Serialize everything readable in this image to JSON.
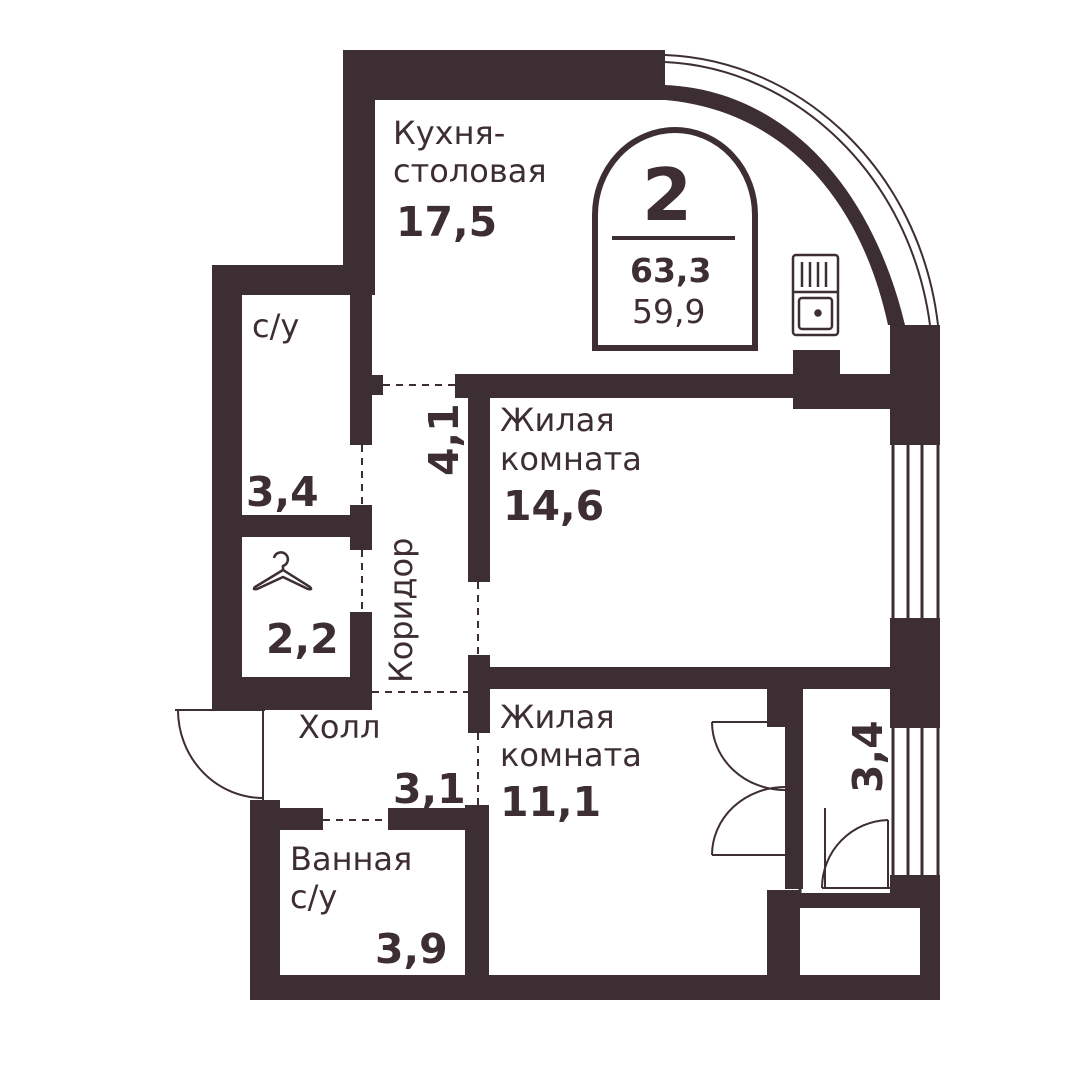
{
  "colors": {
    "wall": "#3d2e34",
    "background": "#ffffff"
  },
  "badge": {
    "rooms": "2",
    "total_area": "63,3",
    "living_area": "59,9"
  },
  "rooms": {
    "kitchen": {
      "name_line1": "Кухня-",
      "name_line2": "столовая",
      "area": "17,5"
    },
    "wc": {
      "name": "с/у",
      "area": "3,4"
    },
    "closet": {
      "icon": "hanger-icon",
      "area": "2,2"
    },
    "corridor": {
      "name": "Коридор",
      "area": "4,1"
    },
    "living_1": {
      "name_line1": "Жилая",
      "name_line2": "комната",
      "area": "14,6"
    },
    "living_2": {
      "name_line1": "Жилая",
      "name_line2": "комната",
      "area": "11,1"
    },
    "hall": {
      "name": "Холл",
      "area": "3,1"
    },
    "bathroom": {
      "name_line1": "Ванная",
      "name_line2": "с/у",
      "area": "3,9"
    },
    "balcony": {
      "area": "3,4"
    }
  },
  "icons": [
    "stove-sink-icon",
    "hanger-icon",
    "door-swing-icon",
    "window-icon"
  ]
}
